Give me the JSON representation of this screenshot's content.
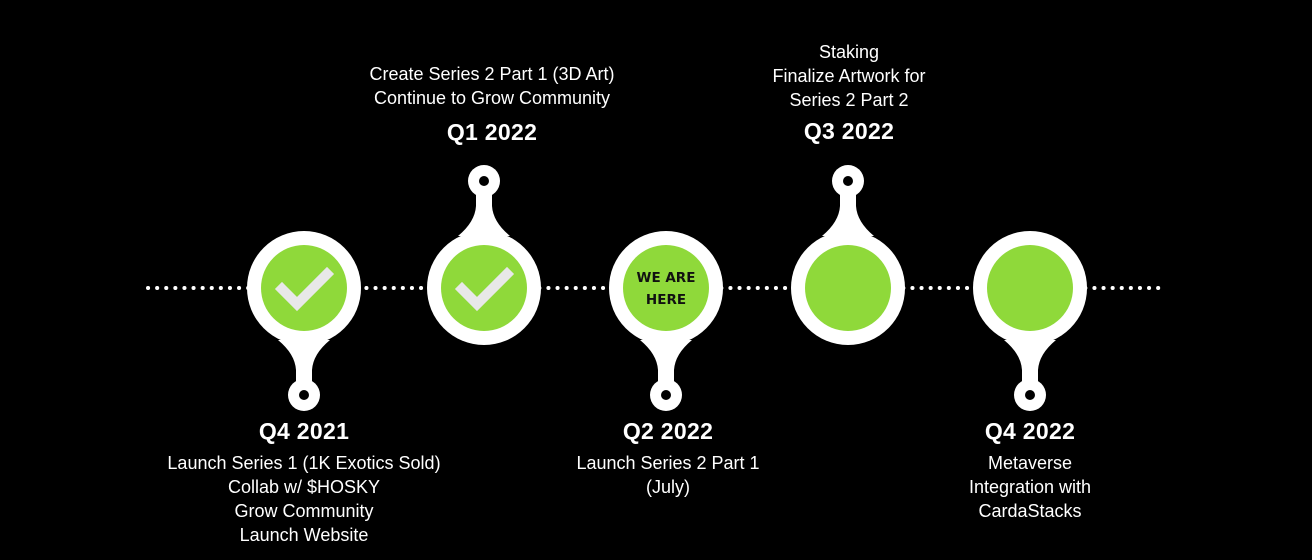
{
  "colors": {
    "background": "#000000",
    "ring": "#ffffff",
    "node_fill": "#8fd93a",
    "check": "#e8e8e8",
    "text": "#ffffff"
  },
  "milestones": [
    {
      "quarter": "Q4 2021",
      "status": "done",
      "icon": "check-icon",
      "label_position": "below",
      "lines": [
        "Launch Series 1 (1K Exotics Sold)",
        "Collab w/ $HOSKY",
        "Grow Community",
        "Launch Website"
      ]
    },
    {
      "quarter": "Q1 2022",
      "status": "done",
      "icon": "check-icon",
      "label_position": "above",
      "lines": [
        "Create Series 2 Part 1 (3D Art)",
        "Continue to Grow Community"
      ]
    },
    {
      "quarter": "Q2 2022",
      "status": "current",
      "marker": "WE ARE HERE",
      "marker_lines": [
        "WE ARE",
        "HERE"
      ],
      "label_position": "below",
      "lines": [
        "Launch Series 2 Part 1",
        "(July)"
      ]
    },
    {
      "quarter": "Q3 2022",
      "status": "upcoming",
      "label_position": "above",
      "lines": [
        "Staking",
        "Finalize Artwork for",
        "Series 2 Part 2"
      ]
    },
    {
      "quarter": "Q4 2022",
      "status": "upcoming",
      "label_position": "below",
      "lines": [
        "Metaverse",
        "Integration with",
        "CardaStacks"
      ]
    }
  ]
}
